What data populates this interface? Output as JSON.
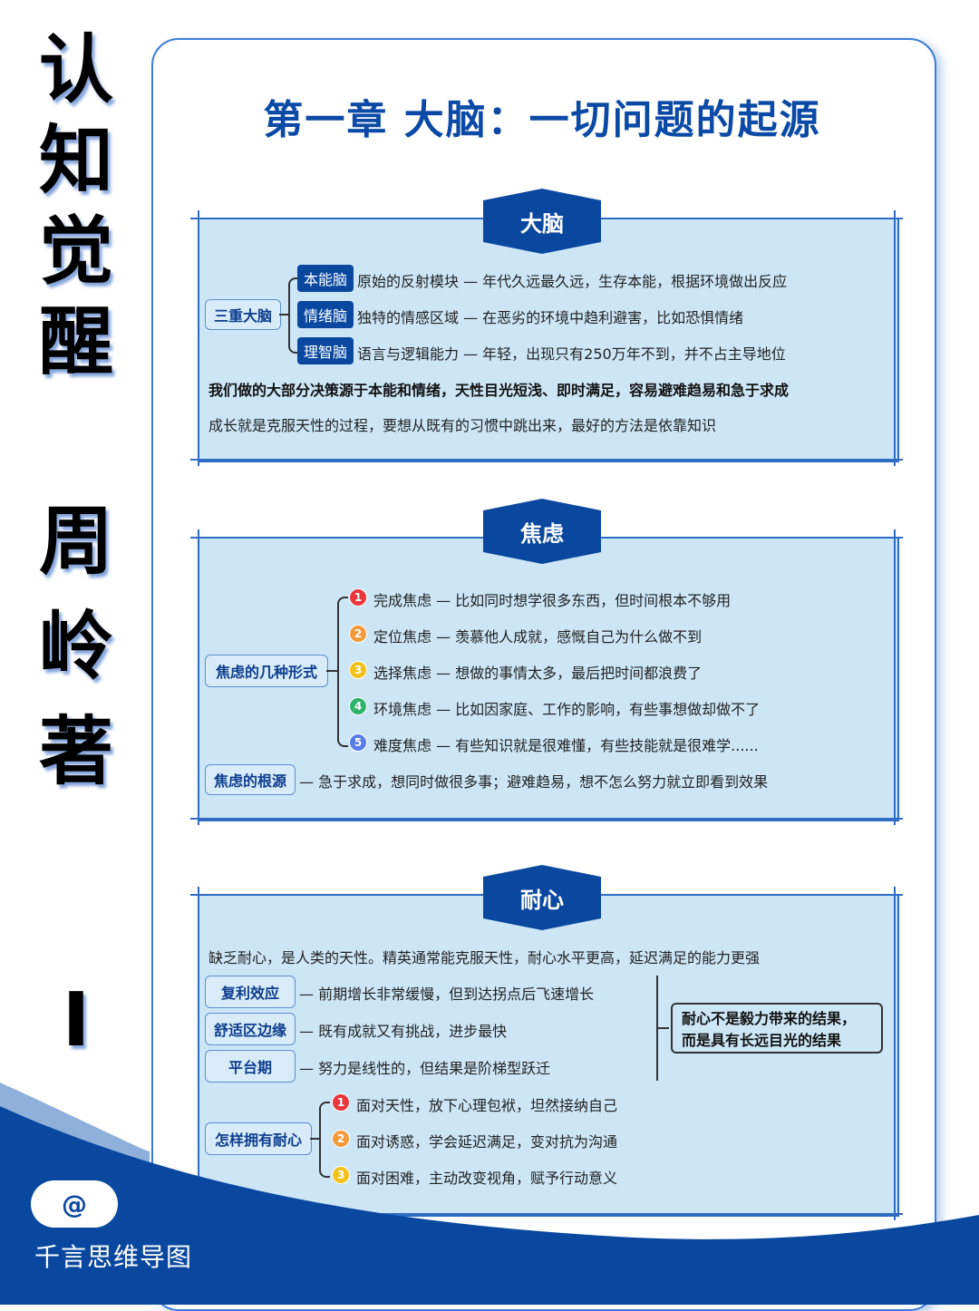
{
  "side_title": {
    "chars_top": [
      "认",
      "知",
      "觉",
      "醒"
    ],
    "chars_author": [
      "周",
      "岭",
      "著"
    ],
    "volume_mark": "I"
  },
  "chapter_title": "第一章  大脑：一切问题的起源",
  "sections": {
    "brain": {
      "header": "大脑",
      "root": "三重大脑",
      "branches": [
        {
          "node": "本能脑",
          "text": "原始的反射模块 — 年代久远最久远，生存本能，根据环境做出反应"
        },
        {
          "node": "情绪脑",
          "text": "独特的情感区域 — 在恶劣的环境中趋利避害，比如恐惧情绪"
        },
        {
          "node": "理智脑",
          "text": "语言与逻辑能力 — 年轻，出现只有250万年不到，并不占主导地位"
        }
      ],
      "bold_note": "我们做的大部分决策源于本能和情绪，天性目光短浅、即时满足，容易避难趋易和急于求成",
      "note": "成长就是克服天性的过程，要想从既有的习惯中跳出来，最好的方法是依靠知识"
    },
    "anxiety": {
      "header": "焦虑",
      "root": "焦虑的几种形式",
      "items": [
        {
          "num": "1",
          "color": "#e8373d",
          "text": "完成焦虑 — 比如同时想学很多东西，但时间根本不够用"
        },
        {
          "num": "2",
          "color": "#f59a3a",
          "text": "定位焦虑 — 羡慕他人成就，感慨自己为什么做不到"
        },
        {
          "num": "3",
          "color": "#f2c21b",
          "text": "选择焦虑 — 想做的事情太多，最后把时间都浪费了"
        },
        {
          "num": "4",
          "color": "#2fb36a",
          "text": "环境焦虑 — 比如因家庭、工作的影响，有些事想做却做不了"
        },
        {
          "num": "5",
          "color": "#5a7bea",
          "text": "难度焦虑 — 有些知识就是很难懂，有些技能就是很难学......"
        }
      ],
      "root2": "焦虑的根源",
      "root2_text": "— 急于求成，想同时做很多事；避难趋易，想不怎么努力就立即看到效果"
    },
    "patience": {
      "header": "耐心",
      "intro": "缺乏耐心，是人类的天性。精英通常能克服天性，耐心水平更高，延迟满足的能力更强",
      "concepts": [
        {
          "node": "复利效应",
          "text": "— 前期增长非常缓慢，但到达拐点后飞速增长"
        },
        {
          "node": "舒适区边缘",
          "text": "— 既有成就又有挑战，进步最快"
        },
        {
          "node": "平台期",
          "text": "— 努力是线性的，但结果是阶梯型跃迁"
        }
      ],
      "callout_line1": "耐心不是毅力带来的结果，",
      "callout_line2": "而是具有长远目光的结果",
      "root": "怎样拥有耐心",
      "items": [
        {
          "num": "1",
          "color": "#e8373d",
          "text": "面对天性，放下心理包袱，坦然接纳自己"
        },
        {
          "num": "2",
          "color": "#f59a3a",
          "text": "面对诱惑，学会延迟满足，变对抗为沟通"
        },
        {
          "num": "3",
          "color": "#f2c21b",
          "text": "面对困难，主动改变视角，赋予行动意义"
        }
      ]
    }
  },
  "footer": {
    "at_symbol": "@",
    "brand": "千言思维导图"
  },
  "colors": {
    "primary": "#0a48a0",
    "section_bg": "#cde6f6",
    "border": "#2f6cc4"
  }
}
